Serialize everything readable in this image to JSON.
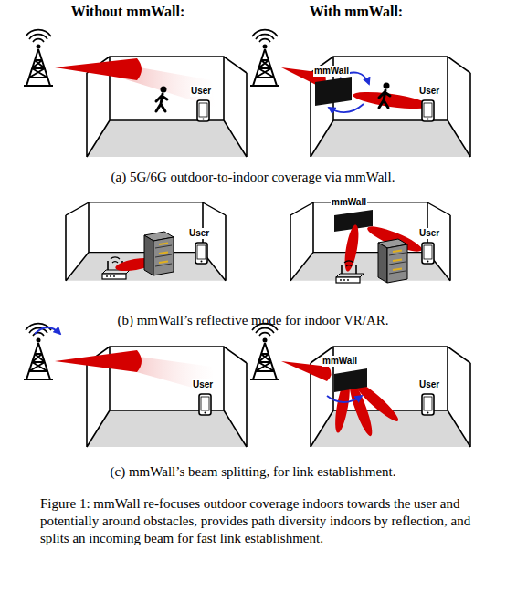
{
  "diagram": {
    "caption": "Figure 1: mmWall re-focuses outdoor coverage indoors towards the user and potentially around obstacles, provides path diversity indoors by reflection, and splits an incoming beam for fast link establishment.",
    "labels": [
      "Without mmWall:",
      "With mmWall:",
      "User",
      "mmWall",
      "User",
      "(a) 5G/6G outdoor-to-indoor coverage via mmWall.",
      "User",
      "mmWall",
      "User",
      "(b) mmWall’s reflective mode for indoor VR/AR.",
      "User",
      "mmWall",
      "User",
      "(c) mmWall’s beam splitting, for link establishment."
    ]
  }
}
